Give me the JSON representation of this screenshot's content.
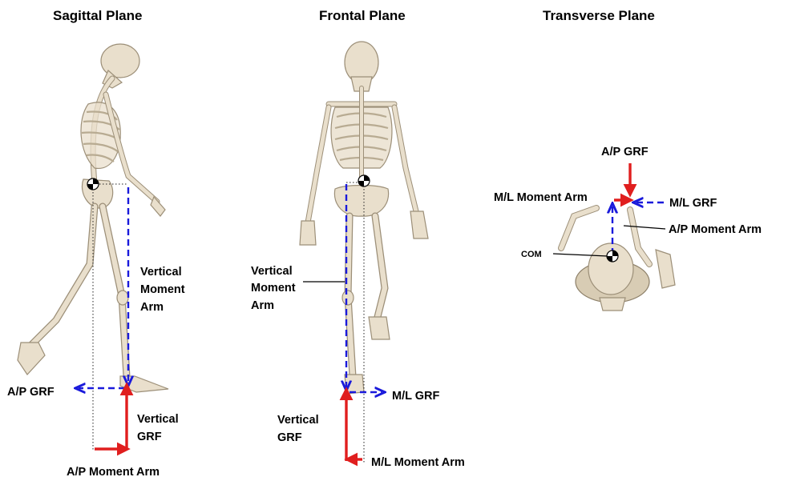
{
  "panels": {
    "sagittal": {
      "title": "Sagittal Plane",
      "vertical_moment_arm": [
        "Vertical",
        "Moment",
        "Arm"
      ],
      "ap_grf": "A/P GRF",
      "vertical_grf": [
        "Vertical",
        "GRF"
      ],
      "ap_moment_arm": "A/P Moment Arm"
    },
    "frontal": {
      "title": "Frontal Plane",
      "vertical_moment_arm": [
        "Vertical",
        "Moment",
        "Arm"
      ],
      "ml_grf": "M/L GRF",
      "vertical_grf": [
        "Vertical",
        "GRF"
      ],
      "ml_moment_arm": "M/L Moment Arm"
    },
    "transverse": {
      "title": "Transverse Plane",
      "ap_grf": "A/P GRF",
      "ml_moment_arm": "M/L Moment Arm",
      "ml_grf": "M/L GRF",
      "ap_moment_arm": "A/P Moment Arm",
      "com": "COM"
    }
  },
  "colors": {
    "force_arrow": "#e01e1e",
    "moment_arm_dashed": "#1a1adb",
    "bone": "#e9dfcc",
    "com_marker": "#000000"
  },
  "icons": {
    "com_marker": "com-marker-icon",
    "skeleton": "skeleton-figure"
  }
}
